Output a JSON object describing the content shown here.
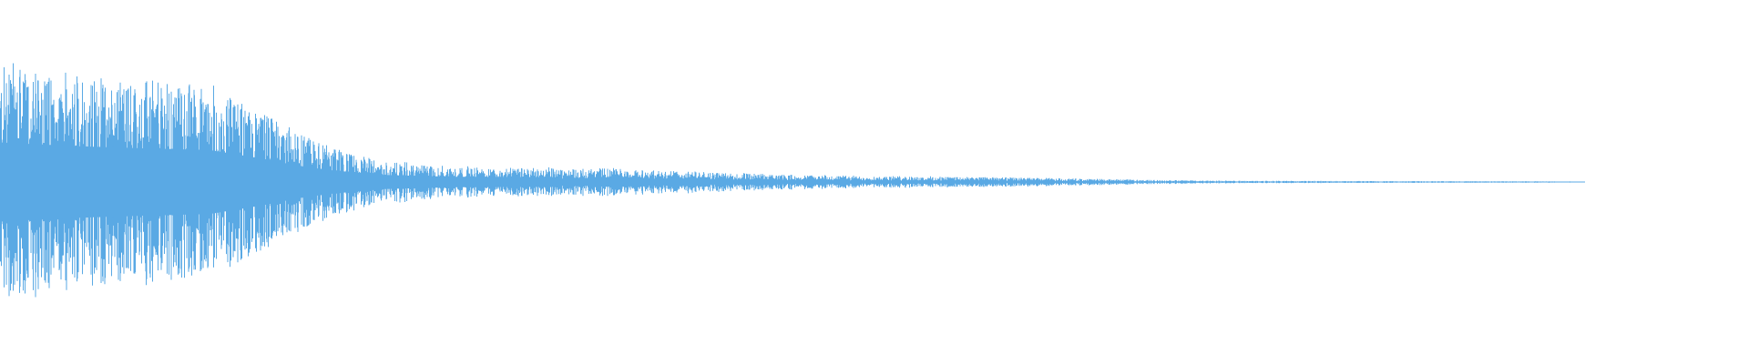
{
  "waveform": {
    "color": "#5aa9e4",
    "background": "#ffffff",
    "peak_amplitude": 0.68,
    "envelope": [
      [
        0.0,
        0.68
      ],
      [
        0.04,
        0.62
      ],
      [
        0.08,
        0.58
      ],
      [
        0.12,
        0.55
      ],
      [
        0.15,
        0.4
      ],
      [
        0.17,
        0.28
      ],
      [
        0.19,
        0.2
      ],
      [
        0.22,
        0.12
      ],
      [
        0.26,
        0.09
      ],
      [
        0.3,
        0.085
      ],
      [
        0.36,
        0.08
      ],
      [
        0.4,
        0.06
      ],
      [
        0.44,
        0.045
      ],
      [
        0.5,
        0.035
      ],
      [
        0.56,
        0.03
      ],
      [
        0.62,
        0.02
      ],
      [
        0.66,
        0.012
      ],
      [
        0.7,
        0.008
      ],
      [
        0.76,
        0.006
      ],
      [
        0.82,
        0.005
      ],
      [
        0.88,
        0.004
      ],
      [
        0.905,
        0.003
      ],
      [
        0.906,
        0.0
      ],
      [
        1.0,
        0.0
      ]
    ],
    "audio_end_fraction": 0.906
  }
}
